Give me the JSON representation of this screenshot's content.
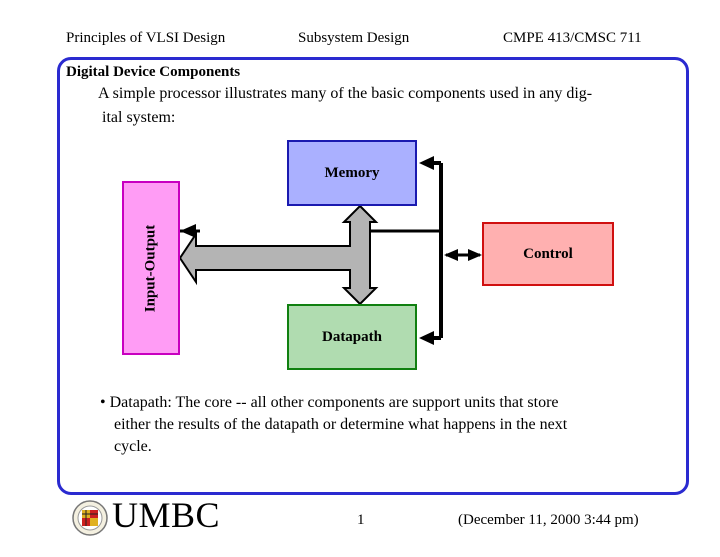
{
  "header": {
    "left": "Principles of VLSI Design",
    "center": "Subsystem Design",
    "right": "CMPE 413/CMSC 711"
  },
  "slide": {
    "title": "Digital Device Components",
    "intro_line1": "A simple processor illustrates many of the basic components used in any dig-",
    "intro_line2": "ital system:",
    "bullet_line1": "• Datapath: The core -- all other components are support units that store",
    "bullet_line2": "either the results of the datapath or determine what happens in the next",
    "bullet_line3": "cycle."
  },
  "diagram": {
    "memory": "Memory",
    "io": "Input-Output",
    "control": "Control",
    "datapath": "Datapath",
    "colors": {
      "memory_fill": "#aab0ff",
      "memory_border": "#1a1ab0",
      "io_fill": "#ff9cf5",
      "io_border": "#c800c0",
      "control_fill": "#ffb0b0",
      "control_border": "#d01010",
      "datapath_fill": "#b0dcb0",
      "datapath_border": "#108010",
      "bus_fill": "#b4b4b4"
    }
  },
  "footer": {
    "logo_text": "UMBC",
    "page": "1",
    "date": "(December 11, 2000 3:44 pm)"
  }
}
